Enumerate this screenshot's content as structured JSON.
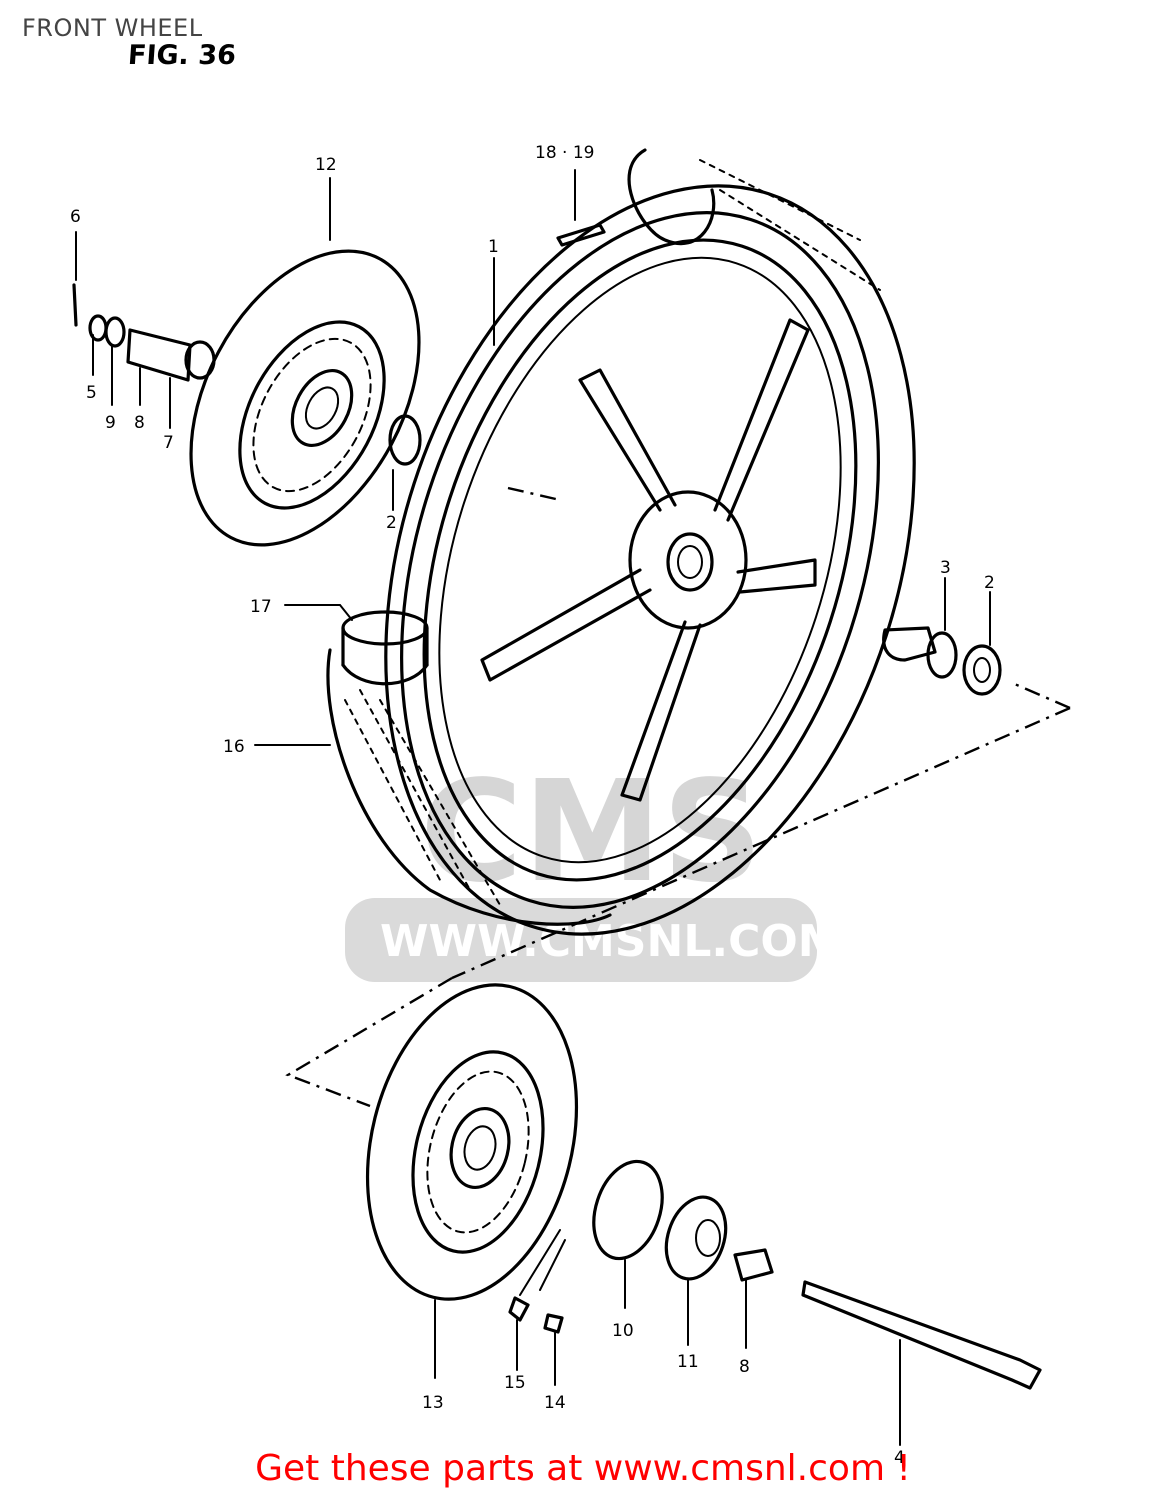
{
  "header": {
    "title": "FRONT WHEEL"
  },
  "figure": {
    "label": "FIG. 36"
  },
  "watermark": {
    "site": "WWW.CMSNL.COM",
    "logo": "CMS"
  },
  "callouts": [
    "1",
    "2",
    "2",
    "3",
    "4",
    "5",
    "6",
    "7",
    "8",
    "8",
    "9",
    "10",
    "11",
    "12",
    "13",
    "14",
    "15",
    "16",
    "17",
    "18 · 19"
  ],
  "footer": {
    "cta": "Get these parts at www.cmsnl.com !"
  },
  "colors": {
    "cta": "#ff0000",
    "ink": "#000000",
    "watermark": "#d4d4d4"
  }
}
